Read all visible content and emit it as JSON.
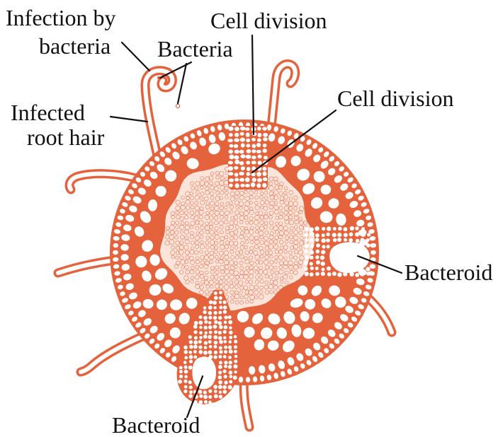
{
  "diagram": {
    "labels": {
      "infection_line1": "Infection by",
      "infection_line2": "bacteria",
      "bacteria": "Bacteria",
      "cell_division_top": "Cell division",
      "infected_line1": "Infected",
      "infected_line2": "root hair",
      "cell_division_right": "Cell division",
      "bacteroid_right": "Bacteroid",
      "bacteroid_bottom": "Bacteroid"
    },
    "colors": {
      "tissue": "#e4623c",
      "cell": "#ffffff",
      "stele": "#fbe4da",
      "ink": "#111111"
    }
  }
}
